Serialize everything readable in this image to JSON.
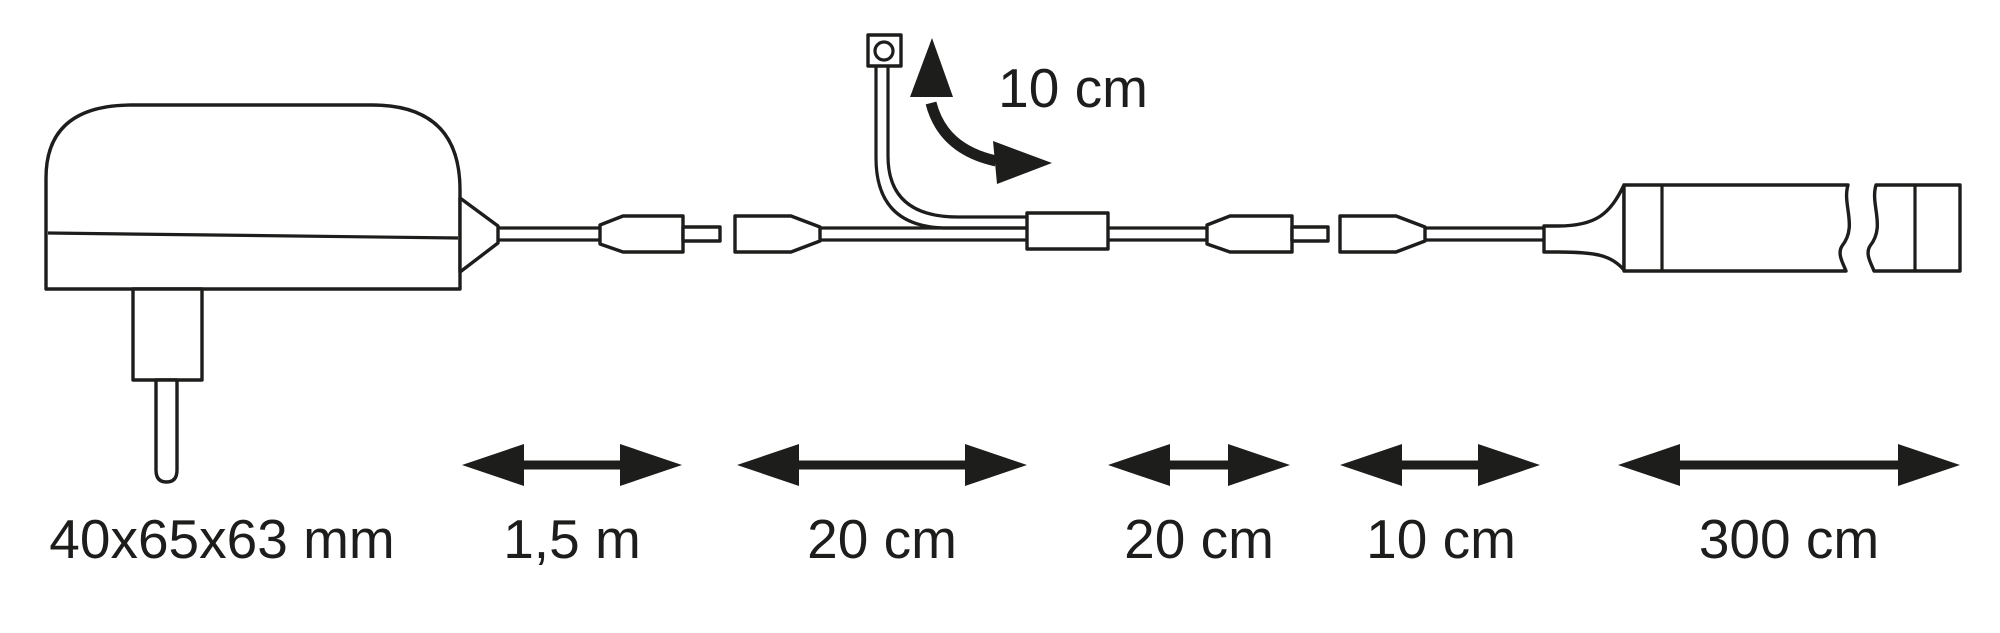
{
  "diagram": {
    "colors": {
      "ink": "#1d1d1b",
      "background": "#ffffff"
    },
    "adapter": {
      "dimensions_label": "40x65x63 mm"
    },
    "switch": {
      "cable_length_label": "10 cm"
    },
    "segments": [
      {
        "part": "cable-adapter-to-connector",
        "label": "1,5 m"
      },
      {
        "part": "cable-connector-to-junction",
        "label": "20 cm"
      },
      {
        "part": "cable-junction-to-connector",
        "label": "20 cm"
      },
      {
        "part": "cable-connector-to-strip",
        "label": "10 cm"
      },
      {
        "part": "led-strip",
        "label": "300 cm"
      }
    ]
  }
}
